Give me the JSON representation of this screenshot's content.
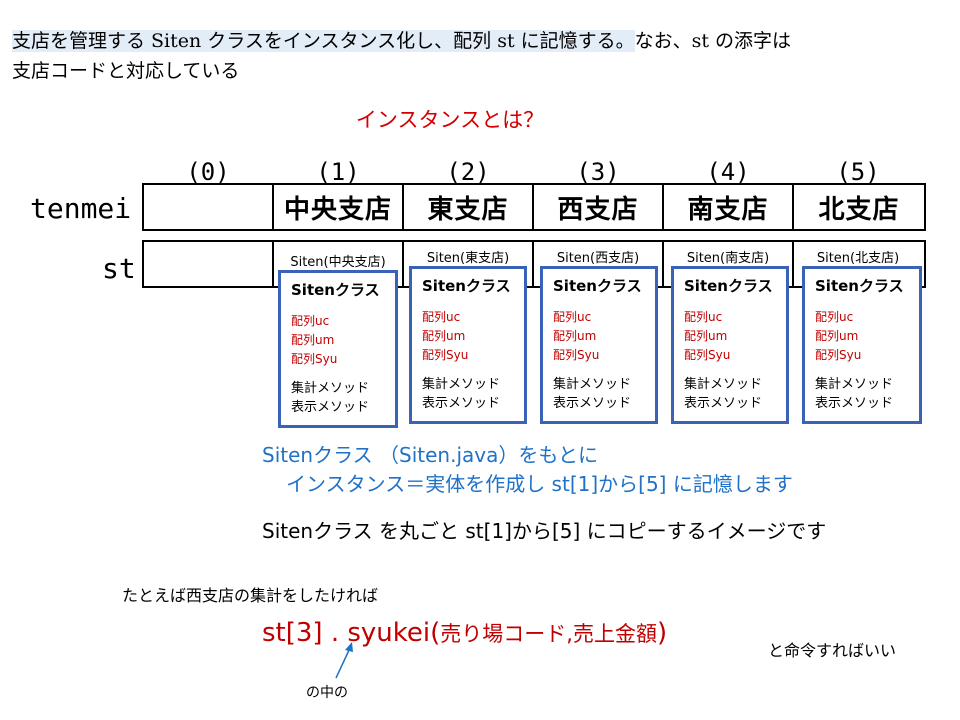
{
  "intro": {
    "line1_part1": "支店を管理する Siten クラスをインスタンス化し、配列 st に記憶する。",
    "line1_part2": "なお、st の添字は",
    "line2": "支店コードと対応している"
  },
  "question": "インスタンスとは？",
  "array": {
    "indices": [
      "(0)",
      "(1)",
      "(2)",
      "(3)",
      "(4)",
      "(5)"
    ],
    "tenmei_label": "tenmei",
    "st_label": "st",
    "tenmei_values": [
      "",
      "中央支店",
      "東支店",
      "西支店",
      "南支店",
      "北支店"
    ],
    "st_labels": [
      "Siten(中央支店)",
      "Siten(東支店)",
      "Siten(西支店)",
      "Siten(南支店)",
      "Siten(北支店)"
    ]
  },
  "class_box": {
    "title": "Sitenクラス",
    "fields": [
      "配列uc",
      "配列um",
      "配列Syu"
    ],
    "methods": [
      "集計メソッド",
      "表示メソッド"
    ]
  },
  "explain": {
    "line1": "Sitenクラス （Siten.java）をもとに",
    "line2": "インスタンス＝実体を作成し st[1]から[5] に記憶します",
    "line3": "Sitenクラス を丸ごと st[1]から[5] にコピーするイメージです"
  },
  "example": {
    "lead": "たとえば西支店の集計をしたければ",
    "code_a": "st[3] . syukei(",
    "code_b": "売り場コード,売上金額",
    "code_c": ")",
    "trail": "と命令すればいい",
    "note": "の中の"
  },
  "colors": {
    "class_border": "#3a63b8",
    "red": "#c00000",
    "blue": "#1f72c8",
    "highlight": "#e3edf8"
  }
}
